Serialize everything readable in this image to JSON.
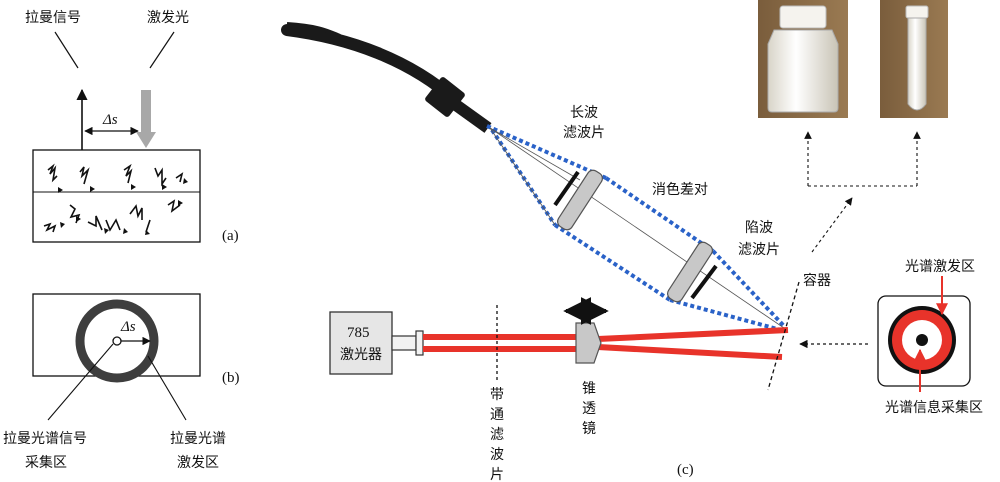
{
  "panel_a": {
    "label": "(a)",
    "raman_signal": "拉曼信号",
    "excitation_light": "激发光",
    "delta_s": "Δs"
  },
  "panel_b": {
    "label": "(b)",
    "delta_s": "Δs",
    "collection_region_line1": "拉曼光谱信号",
    "collection_region_line2": "采集区",
    "excitation_region_line1": "拉曼光谱",
    "excitation_region_line2": "激发区"
  },
  "panel_c": {
    "label": "(c)",
    "laser_line1": "785",
    "laser_line2": "激光器",
    "bandpass_filter": [
      "带",
      "通",
      "滤",
      "波",
      "片"
    ],
    "axicon": [
      "锥",
      "透",
      "镜"
    ],
    "longpass_line1": "长波",
    "longpass_line2": "滤波片",
    "achromat_pair": "消色差对",
    "notch_line1": "陷波",
    "notch_line2": "滤波片",
    "container": "容器",
    "spectral_excitation_region": "光谱激发区",
    "spectral_collection_region": "光谱信息采集区"
  },
  "colors": {
    "laser_red": "#e8332a",
    "beam_blue": "#2a62c8",
    "gray_component": "#c8c8c8",
    "fiber_black": "#1a1a1a"
  }
}
